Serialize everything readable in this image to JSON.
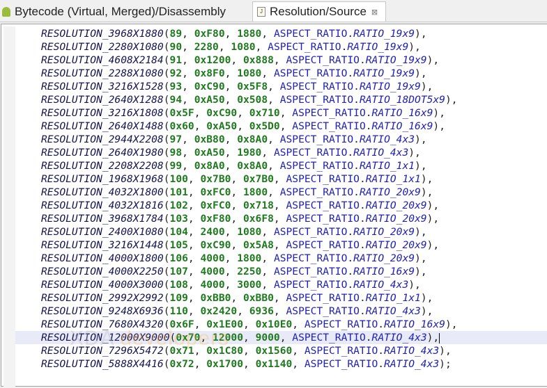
{
  "tabs": [
    {
      "label": "Bytecode (Virtual, Merged)/Disassembly",
      "icon": "android-icon",
      "active": false
    },
    {
      "label": "Resolution/Source",
      "icon": "java-file-icon",
      "active": true,
      "close": "⊠"
    }
  ],
  "editor": {
    "class_ref": "ASPECT_RATIO",
    "current_line": 23,
    "watermark": "XDA developers",
    "lines": [
      {
        "name": "RESOLUTION_3968X1880",
        "args": [
          "89",
          "0xF80",
          "1880"
        ],
        "ratio": "RATIO_19x9",
        "end": "),"
      },
      {
        "name": "RESOLUTION_2280X1080",
        "args": [
          "90",
          "2280",
          "1080"
        ],
        "ratio": "RATIO_19x9",
        "end": "),"
      },
      {
        "name": "RESOLUTION_4608X2184",
        "args": [
          "91",
          "0x1200",
          "0x888"
        ],
        "ratio": "RATIO_19x9",
        "end": "),"
      },
      {
        "name": "RESOLUTION_2288X1080",
        "args": [
          "92",
          "0x8F0",
          "1080"
        ],
        "ratio": "RATIO_19x9",
        "end": "),"
      },
      {
        "name": "RESOLUTION_3216X1528",
        "args": [
          "93",
          "0xC90",
          "0x5F8"
        ],
        "ratio": "RATIO_19x9",
        "end": "),"
      },
      {
        "name": "RESOLUTION_2640X1288",
        "args": [
          "94",
          "0xA50",
          "0x508"
        ],
        "ratio": "RATIO_18DOT5x9",
        "end": "),"
      },
      {
        "name": "RESOLUTION_3216X1808",
        "args": [
          "0x5F",
          "0xC90",
          "0x710"
        ],
        "ratio": "RATIO_16x9",
        "end": "),"
      },
      {
        "name": "RESOLUTION_2640X1488",
        "args": [
          "0x60",
          "0xA50",
          "0x5D0"
        ],
        "ratio": "RATIO_16x9",
        "end": "),"
      },
      {
        "name": "RESOLUTION_2944X2208",
        "args": [
          "97",
          "0xB80",
          "0x8A0"
        ],
        "ratio": "RATIO_4x3",
        "end": "),"
      },
      {
        "name": "RESOLUTION_2640X1980",
        "args": [
          "98",
          "0xA50",
          "1980"
        ],
        "ratio": "RATIO_4x3",
        "end": "),"
      },
      {
        "name": "RESOLUTION_2208X2208",
        "args": [
          "99",
          "0x8A0",
          "0x8A0"
        ],
        "ratio": "RATIO_1x1",
        "end": "),"
      },
      {
        "name": "RESOLUTION_1968X1968",
        "args": [
          "100",
          "0x7B0",
          "0x7B0"
        ],
        "ratio": "RATIO_1x1",
        "end": "),"
      },
      {
        "name": "RESOLUTION_4032X1800",
        "args": [
          "101",
          "0xFC0",
          "1800"
        ],
        "ratio": "RATIO_20x9",
        "end": "),"
      },
      {
        "name": "RESOLUTION_4032X1816",
        "args": [
          "102",
          "0xFC0",
          "0x718"
        ],
        "ratio": "RATIO_20x9",
        "end": "),"
      },
      {
        "name": "RESOLUTION_3968X1784",
        "args": [
          "103",
          "0xF80",
          "0x6F8"
        ],
        "ratio": "RATIO_20x9",
        "end": "),"
      },
      {
        "name": "RESOLUTION_2400X1080",
        "args": [
          "104",
          "2400",
          "1080"
        ],
        "ratio": "RATIO_20x9",
        "end": "),"
      },
      {
        "name": "RESOLUTION_3216X1448",
        "args": [
          "105",
          "0xC90",
          "0x5A8"
        ],
        "ratio": "RATIO_20x9",
        "end": "),"
      },
      {
        "name": "RESOLUTION_4000X1800",
        "args": [
          "106",
          "4000",
          "1800"
        ],
        "ratio": "RATIO_20x9",
        "end": "),"
      },
      {
        "name": "RESOLUTION_4000X2250",
        "args": [
          "107",
          "4000",
          "2250"
        ],
        "ratio": "RATIO_16x9",
        "end": "),"
      },
      {
        "name": "RESOLUTION_4000X3000",
        "args": [
          "108",
          "4000",
          "3000"
        ],
        "ratio": "RATIO_4x3",
        "end": "),"
      },
      {
        "name": "RESOLUTION_2992X2992",
        "args": [
          "109",
          "0xBB0",
          "0xBB0"
        ],
        "ratio": "RATIO_1x1",
        "end": "),"
      },
      {
        "name": "RESOLUTION_9248X6936",
        "args": [
          "110",
          "0x2420",
          "6936"
        ],
        "ratio": "RATIO_4x3",
        "end": "),"
      },
      {
        "name": "RESOLUTION_7680X4320",
        "args": [
          "0x6F",
          "0x1E00",
          "0x10E0"
        ],
        "ratio": "RATIO_16x9",
        "end": "),"
      },
      {
        "name": "RESOLUTION_12000X9000",
        "args": [
          "0x70",
          "12000",
          "9000"
        ],
        "ratio": "RATIO_4x3",
        "end": "),"
      },
      {
        "name": "RESOLUTION_7296X5472",
        "args": [
          "0x71",
          "0x1C80",
          "0x1560"
        ],
        "ratio": "RATIO_4x3",
        "end": "),"
      },
      {
        "name": "RESOLUTION_5888X4416",
        "args": [
          "0x72",
          "0x1700",
          "0x1140"
        ],
        "ratio": "RATIO_4x3",
        "end": ");"
      }
    ]
  }
}
